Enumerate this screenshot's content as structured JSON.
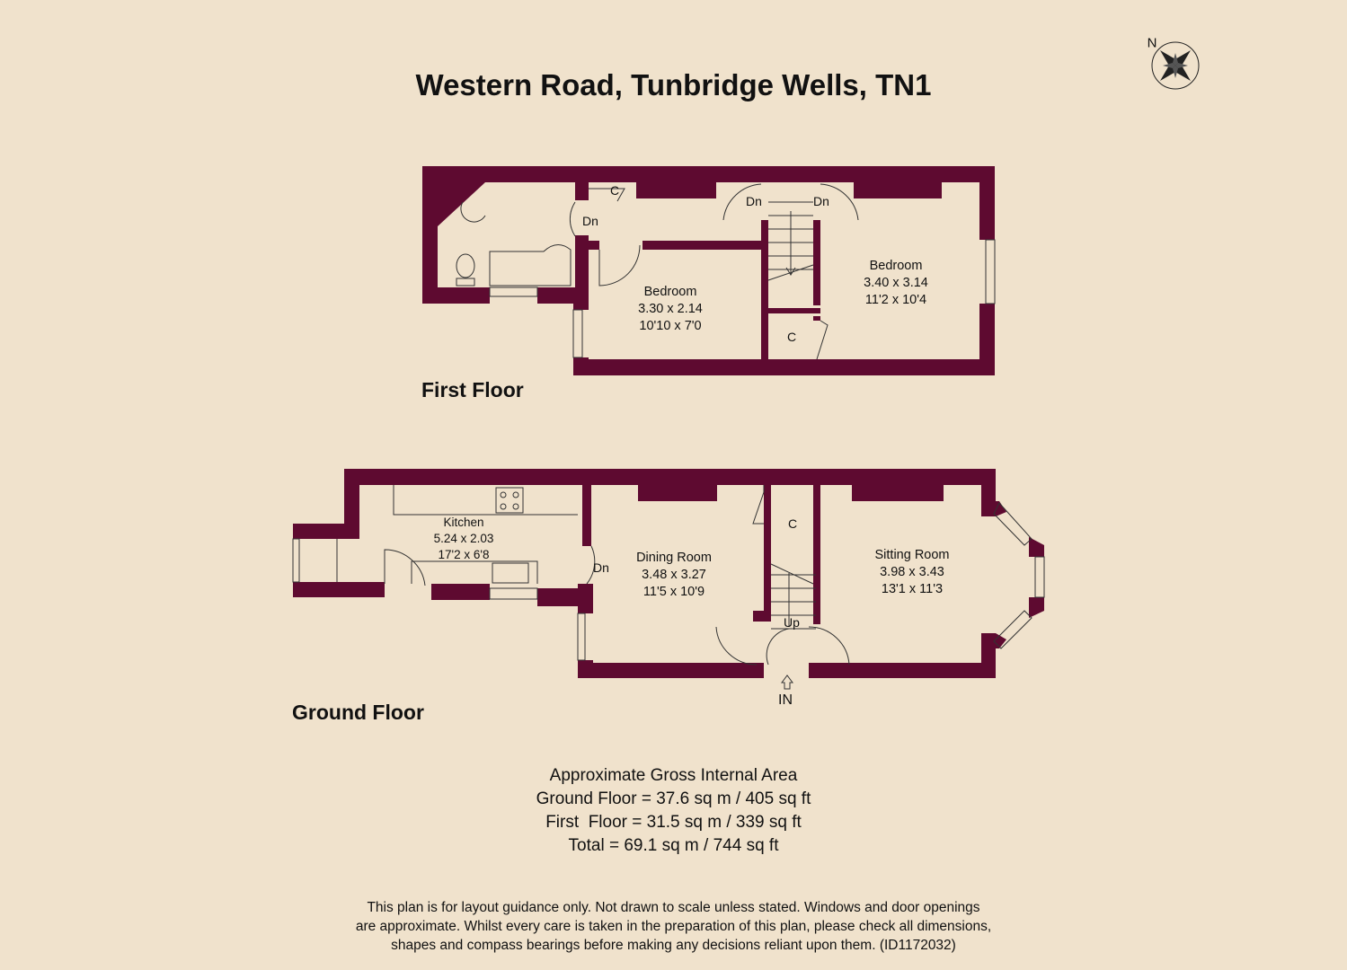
{
  "title": "Western Road, Tunbridge Wells, TN1",
  "compass": {
    "label": "N",
    "icon": "compass-rose-icon"
  },
  "colors": {
    "wall": "#5e0a30",
    "background": "#f0e2cc"
  },
  "first_floor": {
    "label": "First Floor",
    "rooms": [
      {
        "name": "Bedroom",
        "metric": "3.30 x 2.14",
        "imperial": "10'10 x 7'0"
      },
      {
        "name": "Bedroom",
        "metric": "3.40 x 3.14",
        "imperial": "11'2 x 10'4"
      }
    ],
    "marks": {
      "c1": "C",
      "c2": "C",
      "dn1": "Dn",
      "dn2": "Dn",
      "dn3": "Dn"
    }
  },
  "ground_floor": {
    "label": "Ground Floor",
    "rooms": [
      {
        "name": "Kitchen",
        "metric": "5.24 x 2.03",
        "imperial": "17'2 x 6'8"
      },
      {
        "name": "Dining Room",
        "metric": "3.48 x 3.27",
        "imperial": "11'5 x 10'9"
      },
      {
        "name": "Sitting Room",
        "metric": "3.98 x 3.43",
        "imperial": "13'1 x 11'3"
      }
    ],
    "marks": {
      "c": "C",
      "dn": "Dn",
      "up": "Up",
      "entrance": "IN"
    }
  },
  "area": {
    "heading": "Approximate Gross Internal Area",
    "ground": "Ground Floor = 37.6 sq m / 405 sq ft",
    "first": "First  Floor = 31.5 sq m / 339 sq ft",
    "total": "Total = 69.1 sq m / 744 sq ft"
  },
  "disclaimer": {
    "line1": "This plan is for layout guidance only. Not drawn to scale unless stated. Windows and door openings",
    "line2": "are approximate. Whilst every care is taken in the preparation of this plan, please check all dimensions,",
    "line3": "shapes and compass bearings before making any decisions reliant upon them. (ID1172032)"
  }
}
